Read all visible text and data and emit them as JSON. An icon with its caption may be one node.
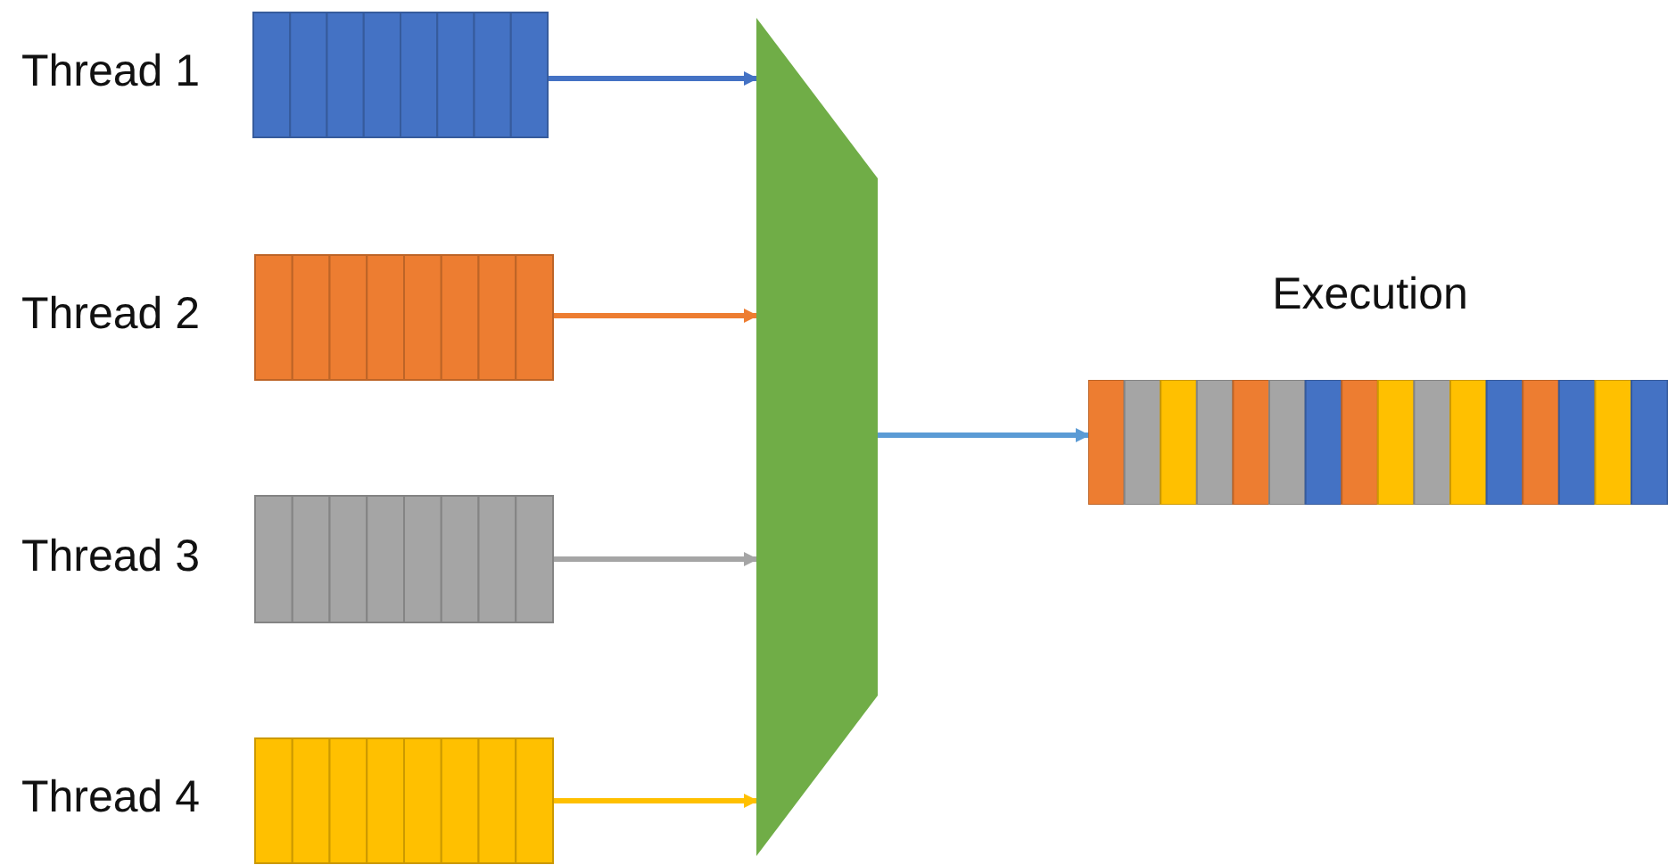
{
  "diagram": {
    "nodes": [
      {
        "text": [],
        "shape": "bar",
        "beside": [
          "Thread 1"
        ]
      },
      {
        "text": [],
        "shape": "bar",
        "beside": [
          "Thread 2"
        ]
      },
      {
        "text": [],
        "shape": "bar",
        "beside": [
          "Thread 3"
        ]
      },
      {
        "text": [],
        "shape": "bar",
        "beside": [
          "Thread 4"
        ]
      },
      {
        "text": [],
        "shape": "trapezoid"
      },
      {
        "text": [
          "Execution"
        ]
      }
    ],
    "edges": [
      {
        "from": 0,
        "to": 4,
        "arrow": "to",
        "color": "#4472c4"
      },
      {
        "from": 1,
        "to": 4,
        "arrow": "to",
        "color": "#ed7d31"
      },
      {
        "from": 2,
        "to": 4,
        "arrow": "to",
        "color": "#a5a5a5"
      },
      {
        "from": 3,
        "to": 4,
        "arrow": "to",
        "color": "#ffc000"
      },
      {
        "from": 4,
        "to": 5,
        "arrow": "to",
        "color": "#5b9bd5"
      }
    ]
  }
}
